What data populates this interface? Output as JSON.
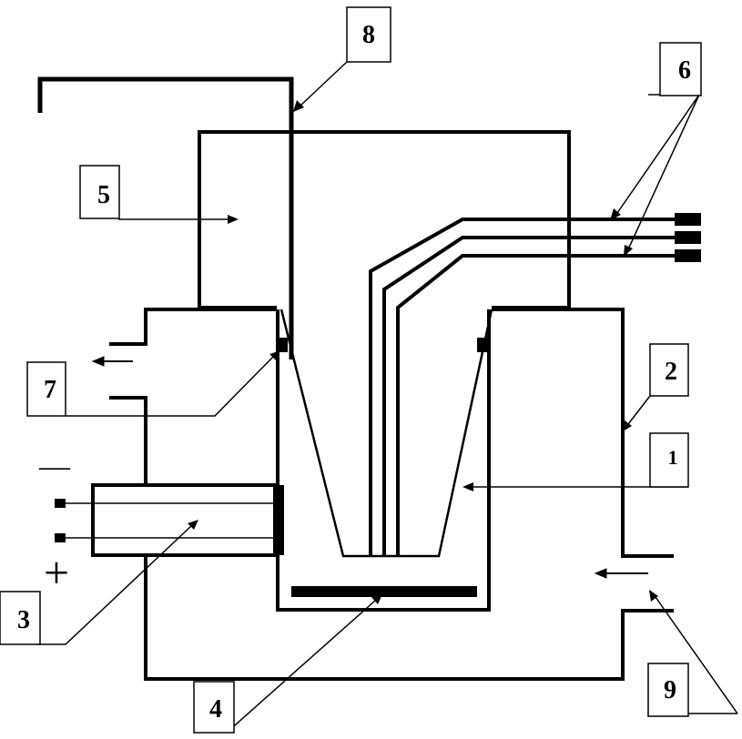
{
  "labels": {
    "l1": "1",
    "l2": "2",
    "l3": "3",
    "l4": "4",
    "l5": "5",
    "l6": "6",
    "l7": "7",
    "l8": "8",
    "l9": "9"
  },
  "polarity": {
    "minus": "—",
    "plus": "+"
  },
  "colors": {
    "ink": "#000000",
    "paper": "#ffffff"
  }
}
